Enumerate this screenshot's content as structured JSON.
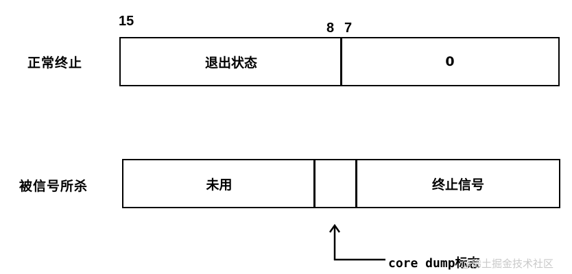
{
  "bit_labels": {
    "high": "15",
    "mid_high": "8",
    "mid_low": "7"
  },
  "rows": {
    "normal": {
      "label": "正常终止",
      "cells": [
        "退出状态",
        "0"
      ]
    },
    "signal": {
      "label": "被信号所杀",
      "cells": [
        "未用",
        "",
        "终止信号"
      ]
    }
  },
  "annotation": {
    "text": "core dump标志"
  },
  "watermark": "@稀土掘金技术社区"
}
